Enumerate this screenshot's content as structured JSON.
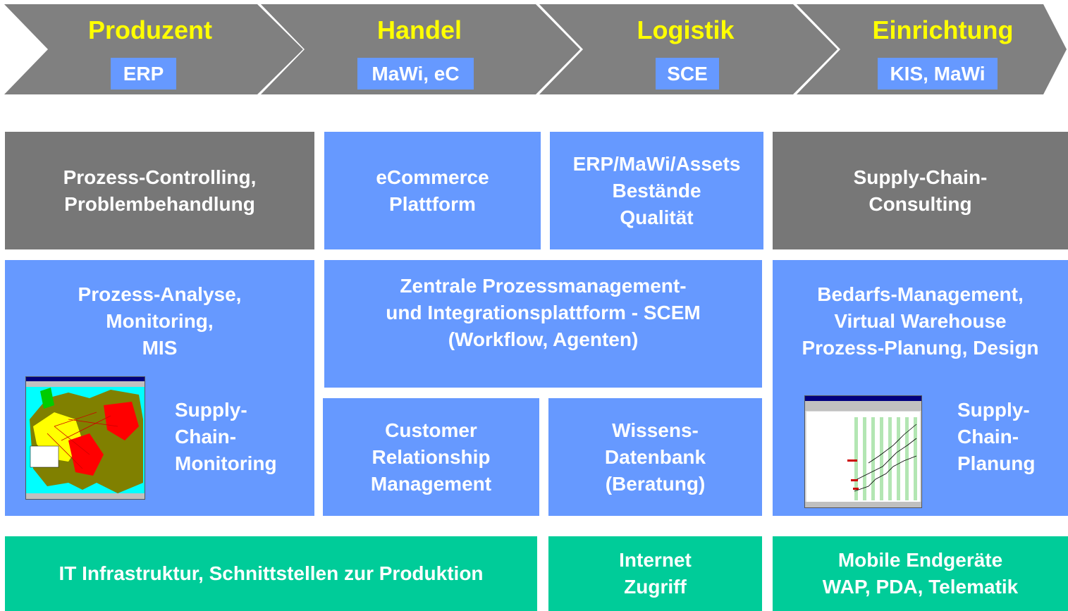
{
  "chevrons": [
    {
      "title": "Produzent",
      "badge": "ERP"
    },
    {
      "title": "Handel",
      "badge": "MaWi, eC"
    },
    {
      "title": "Logistik",
      "badge": "SCE"
    },
    {
      "title": "Einrichtung",
      "badge": "KIS, MaWi"
    }
  ],
  "row1": {
    "prozess_controlling": [
      "Prozess-Controlling,",
      "Problembehandlung"
    ],
    "ecommerce": [
      "eCommerce",
      "Plattform"
    ],
    "erp_mawi": [
      "ERP/MaWi/Assets",
      "Bestände",
      "Qualität"
    ],
    "sc_consulting": [
      "Supply-Chain-",
      "Consulting"
    ]
  },
  "row2": {
    "analyse": [
      "Prozess-Analyse,",
      "Monitoring,",
      "MIS"
    ],
    "monitoring_label": [
      "Supply-",
      "Chain-",
      "Monitoring"
    ],
    "scem": [
      "Zentrale Prozessmanagement-",
      "und Integrationsplattform - SCEM",
      "(Workflow, Agenten)"
    ],
    "crm": [
      "Customer",
      "Relationship",
      "Management"
    ],
    "wissen": [
      "Wissens-",
      "Datenbank",
      "(Beratung)"
    ],
    "bedarf": [
      "Bedarfs-Management,",
      "Virtual Warehouse",
      "Prozess-Planung, Design"
    ],
    "planung_label": [
      "Supply-",
      "Chain-",
      "Planung"
    ]
  },
  "row3": {
    "it": "IT Infrastruktur, Schnittstellen zur Produktion",
    "internet": [
      "Internet",
      "Zugriff"
    ],
    "mobile": [
      "Mobile Endgeräte",
      "WAP, PDA, Telematik"
    ]
  },
  "colors": {
    "gray": "#777777",
    "blue": "#6699ff",
    "green": "#00cc99",
    "title_yellow": "#ffff00",
    "chevron_gray": "#808080"
  },
  "icons": {
    "monitoring_screenshot": "europe-map-screenshot",
    "planning_screenshot": "gantt-chart-screenshot"
  }
}
